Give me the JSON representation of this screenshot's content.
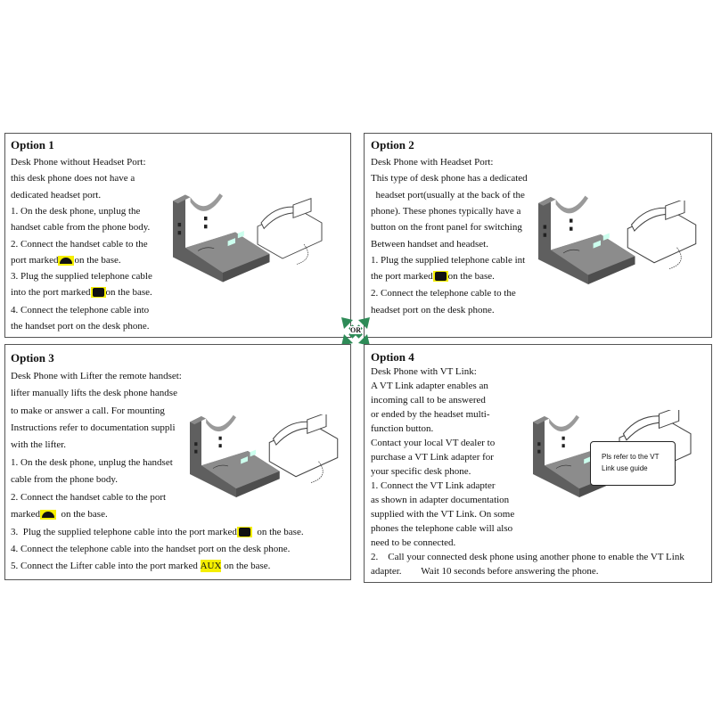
{
  "option1": {
    "title": "Option 1",
    "lines": [
      "Desk Phone without Headset Port:",
      "this desk phone does not have a",
      "dedicated headset port.",
      "1. On the desk phone, unplug the",
      "handset cable from the phone body.",
      "2. Connect the handset cable to the",
      "port marked",
      "on the base.",
      "3.  Plug the supplied telephone cable",
      "into the port marked",
      "on the base.",
      "4. Connect the telephone cable into",
      "the handset port on the desk phone."
    ]
  },
  "option2": {
    "title": "Option 2",
    "lines": [
      "Desk Phone with Headset Port:",
      "This type of desk phone has a dedicated",
      "  headset port(usually at the back of the",
      "phone). These phones typically have a",
      "button on the front panel for switching",
      "Between handset and headset.",
      "1.  Plug the supplied telephone cable int",
      "the port marked",
      "on the base.",
      "2.  Connect the telephone cable to the",
      "headset port on the desk phone."
    ]
  },
  "option3": {
    "title": "Option 3",
    "lines": [
      "Desk Phone with Lifter the remote handset:",
      "lifter manually lifts the desk phone handse",
      "to make or answer a call. For mounting",
      "Instructions refer to documentation suppli",
      "with the lifter.",
      "1.  On the desk phone, unplug the handset",
      "cable from the phone body.",
      "2.  Connect the handset cable to the port",
      "marked",
      "  on the base.",
      "3.  Plug the supplied telephone cable into the port marked",
      "  on the base.",
      "4. Connect the telephone cable into the handset port on the desk phone.",
      "5. Connect the Lifter cable into the port marked",
      "AUX",
      " on the base."
    ]
  },
  "option4": {
    "title": "Option 4",
    "lines": [
      "Desk Phone with VT Link:",
      "A VT Link adapter enables an",
      "incoming call to be answered",
      "or ended by the headset multi-",
      "function button.",
      "Contact your local VT dealer to",
      "purchase a VT Link adapter for",
      "your specific desk phone.",
      "1.  Connect the VT Link adapter",
      "as shown in adapter documentation",
      "supplied with the VT Link. On some",
      "phones the telephone cable will also",
      "need to be connected.",
      "2.    Call your connected desk phone using another phone to enable the VT Link",
      "adapter.        Wait 10 seconds before answering the phone."
    ],
    "callout": [
      "Pls refer  to the VT",
      "Link use guide"
    ]
  },
  "or_badge": "OR",
  "colors": {
    "highlight": "#f5ef00",
    "arrow": "#2e8b57",
    "base": "#6b6b6b"
  }
}
